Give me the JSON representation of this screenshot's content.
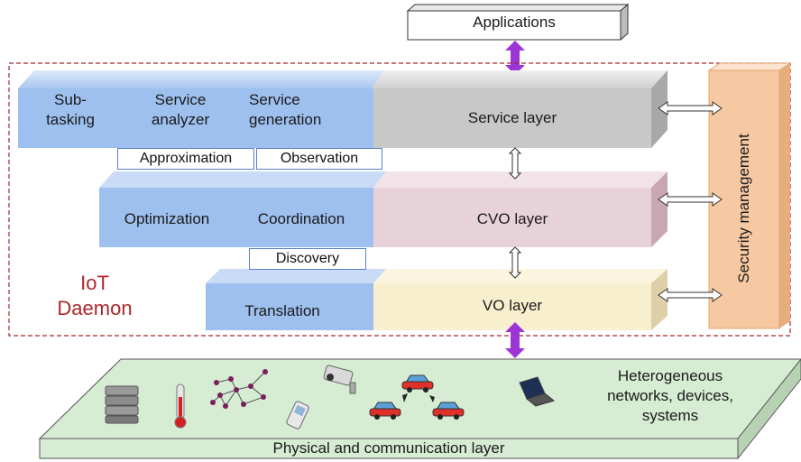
{
  "applications": "Applications",
  "daemon": {
    "line1": "IoT",
    "line2": "Daemon"
  },
  "service_layer": {
    "label": "Service layer",
    "subtasking": {
      "l1": "Sub-",
      "l2": "tasking"
    },
    "service_analyzer": {
      "l1": "Service",
      "l2": "analyzer"
    },
    "service_generation": {
      "l1": "Service",
      "l2": "generation"
    }
  },
  "approximation": "Approximation",
  "observation": "Observation",
  "cvo_layer": {
    "label": "CVO layer",
    "optimization": "Optimization",
    "coordination": "Coordination"
  },
  "discovery": "Discovery",
  "vo_layer": {
    "label": "VO layer",
    "translation": "Translation"
  },
  "security_management": "Security management",
  "physical_layer": {
    "label": "Physical and communication layer",
    "hetero": {
      "l1": "Heterogeneous",
      "l2": "networks, devices,",
      "l3": "systems"
    }
  },
  "colors": {
    "blue": "#9ec0ef",
    "gray": "#c8c8c8",
    "pink": "#e8d2da",
    "cream": "#f8efcf",
    "security": "#f6c9a3",
    "physical": "#d6ecd3",
    "purple": "#9b35d6",
    "daemon_red": "#b0262b"
  }
}
